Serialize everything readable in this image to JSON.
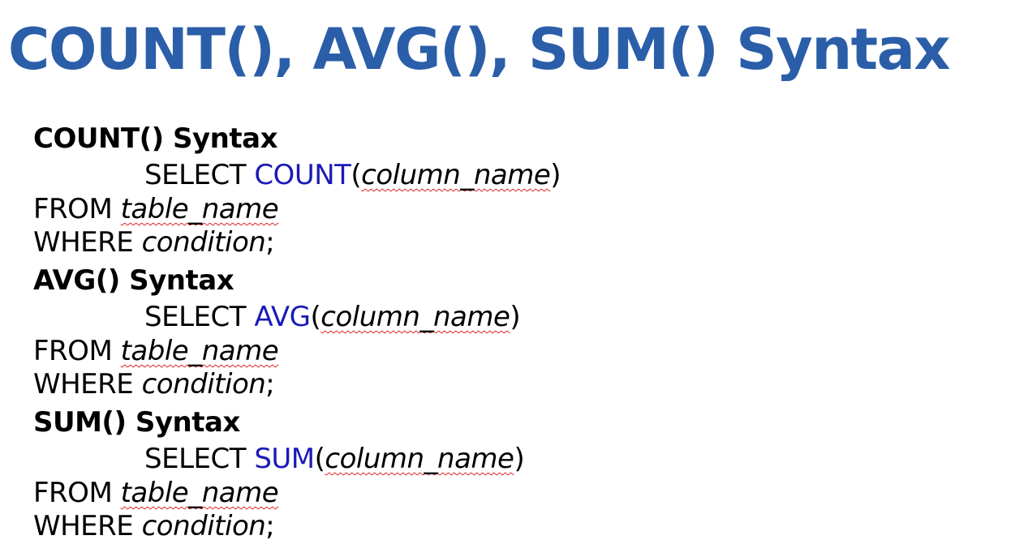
{
  "title": "COUNT(), AVG(), SUM() Syntax",
  "sections": [
    {
      "heading": "COUNT() Syntax",
      "select_keyword": "SELECT ",
      "function_name": "COUNT",
      "open_paren": "(",
      "column_ident": "column_name",
      "close_paren": ")",
      "from_keyword": "FROM ",
      "table_ident": "table_name",
      "where_keyword": "WHERE ",
      "condition_ident": "condition",
      "semicolon": ";"
    },
    {
      "heading": "AVG() Syntax",
      "select_keyword": "SELECT ",
      "function_name": "AVG",
      "open_paren": "(",
      "column_ident": "column_name",
      "close_paren": ")",
      "from_keyword": "FROM ",
      "table_ident": "table_name",
      "where_keyword": "WHERE ",
      "condition_ident": "condition",
      "semicolon": ";"
    },
    {
      "heading": "SUM() Syntax",
      "select_keyword": "SELECT ",
      "function_name": "SUM",
      "open_paren": "(",
      "column_ident": "column_name",
      "close_paren": ")",
      "from_keyword": "FROM ",
      "table_ident": "table_name",
      "where_keyword": "WHERE ",
      "condition_ident": "condition",
      "semicolon": ";"
    }
  ],
  "colors": {
    "title": "#2b5ea8",
    "function_keyword": "#1a1ab8",
    "spellcheck_underline": "#e02020"
  }
}
